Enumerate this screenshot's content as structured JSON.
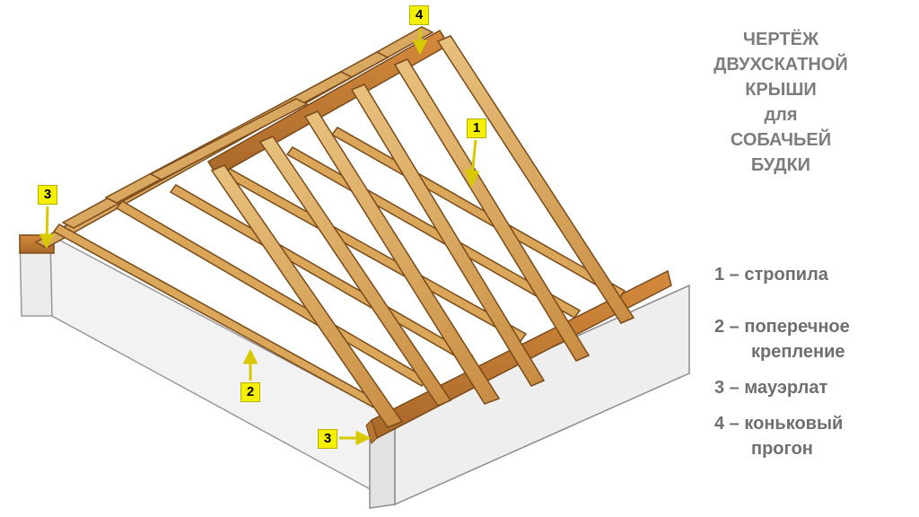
{
  "title": {
    "lines": [
      "ЧЕРТЁЖ",
      "ДВУХСКАТНОЙ",
      "КРЫШИ",
      "для",
      "СОБАЧЬЕЙ",
      "БУДКИ"
    ]
  },
  "legend": {
    "item1": "1 – стропила",
    "item2a": "2 – поперечное",
    "item2b": "крепление",
    "item3": "3 – мауэрлат",
    "item4a": "4 – коньковый",
    "item4b": "прогон"
  },
  "callouts": {
    "c1": "1",
    "c2": "2",
    "c3a": "3",
    "c3b": "3",
    "c4": "4"
  },
  "colors": {
    "wood": "#d9a85c",
    "wood_edge": "#8a5a22",
    "wall": "#e9e9e9",
    "callout": "#f5f000",
    "text_gray": "#7d7d7d"
  }
}
